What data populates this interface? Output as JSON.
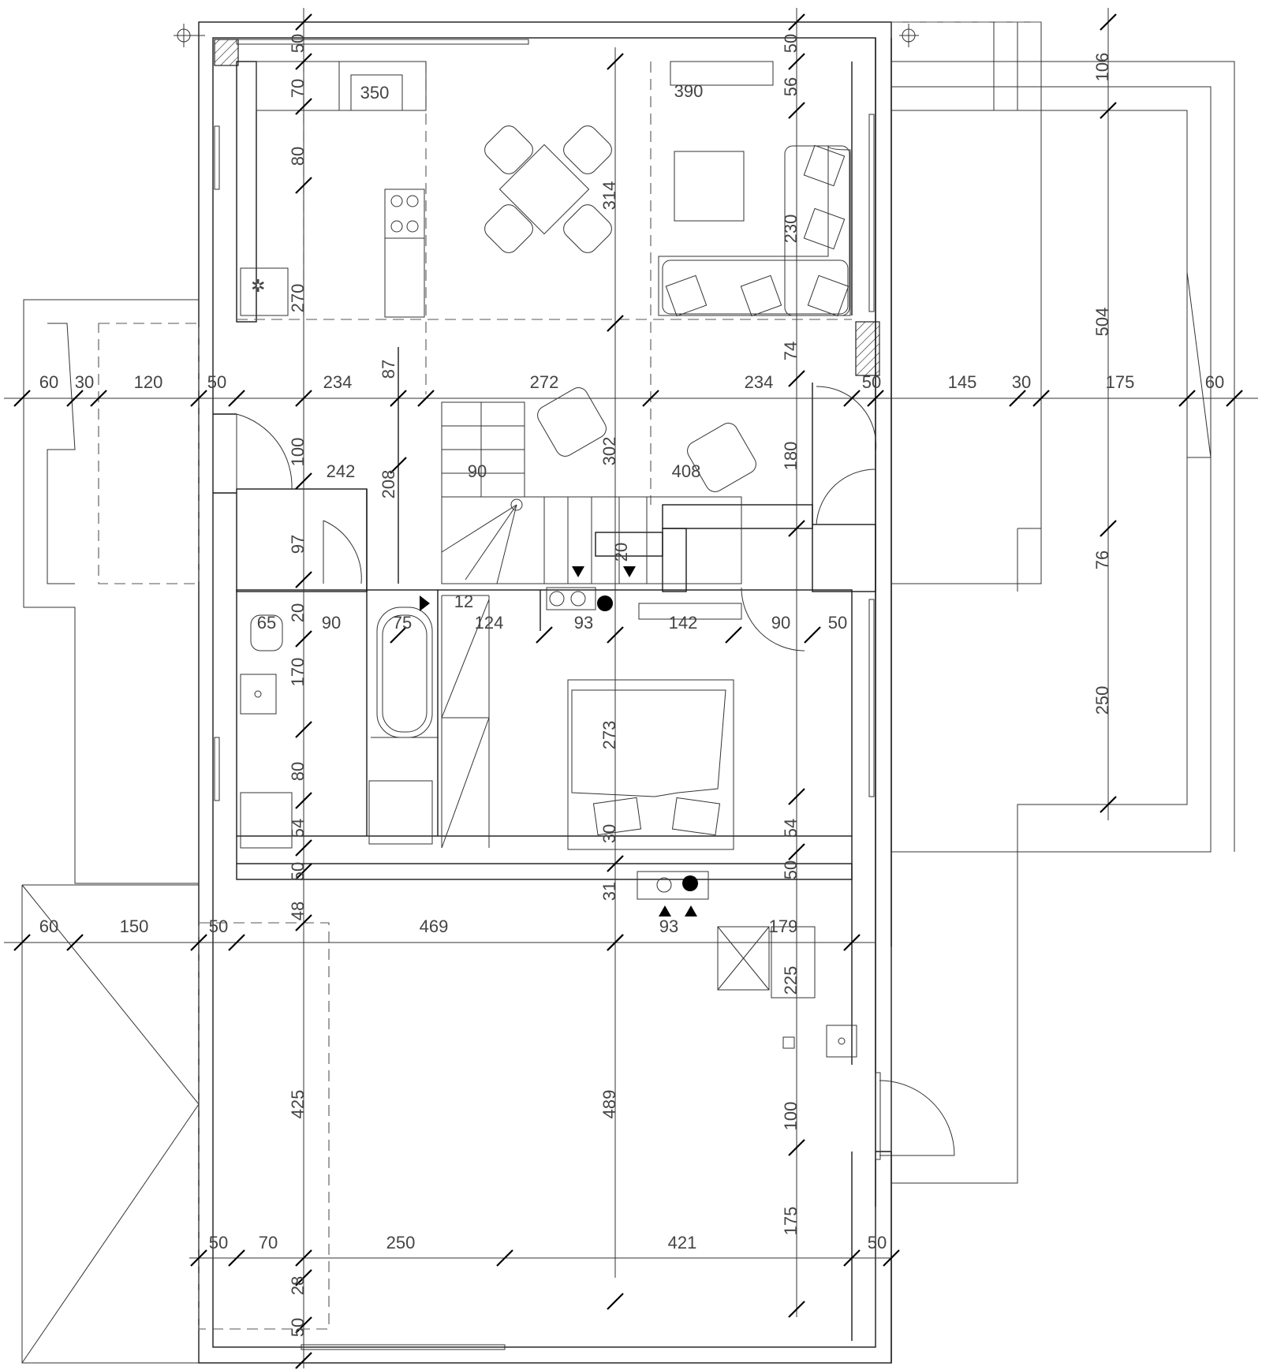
{
  "plan": {
    "dimension_labels": [
      "50",
      "50",
      "106",
      "350",
      "390",
      "56",
      "70",
      "80",
      "314",
      "230",
      "504",
      "270",
      "87",
      "74",
      "60",
      "30",
      "120",
      "50",
      "234",
      "272",
      "234",
      "50",
      "145",
      "30",
      "175",
      "60",
      "100",
      "180",
      "242",
      "90",
      "302",
      "408",
      "208",
      "97",
      "20",
      "76",
      "12",
      "65",
      "90",
      "75",
      "124",
      "93",
      "142",
      "90",
      "50",
      "20",
      "170",
      "250",
      "273",
      "80",
      "54",
      "30",
      "54",
      "50",
      "50",
      "31",
      "48",
      "60",
      "150",
      "50",
      "469",
      "93",
      "179",
      "225",
      "425",
      "489",
      "100",
      "175",
      "50",
      "70",
      "250",
      "421",
      "50",
      "28",
      "50"
    ]
  }
}
